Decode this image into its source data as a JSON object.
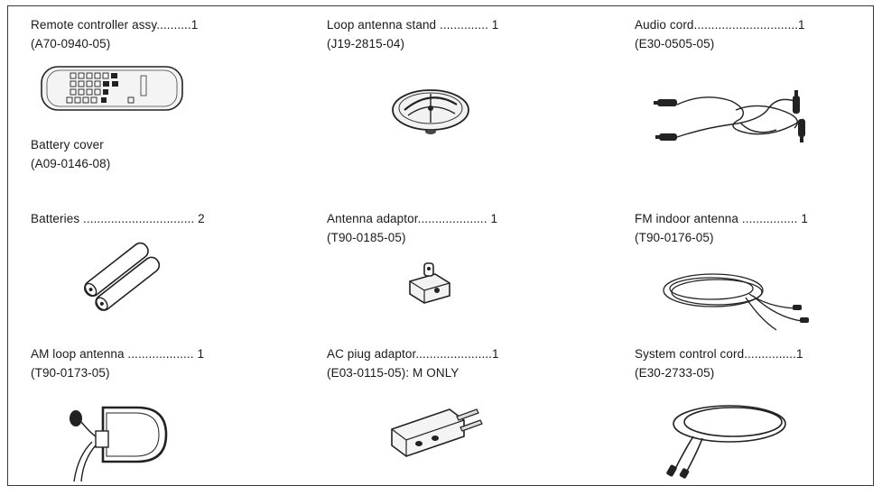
{
  "items": [
    {
      "name": "Remote controller assy..........1",
      "part": "(A70-0940-05)",
      "sub_name": "Battery cover",
      "sub_part": "(A09-0146-08)",
      "icon": "remote-controller-icon"
    },
    {
      "name": "Loop antenna stand .............. 1",
      "part": "(J19-2815-04)",
      "icon": "loop-antenna-stand-icon"
    },
    {
      "name": "Audio cord..............................1",
      "part": "(E30-0505-05)",
      "icon": "audio-cord-icon"
    },
    {
      "name": "Batteries ................................ 2",
      "part": "",
      "icon": "batteries-icon"
    },
    {
      "name": "Antenna adaptor.................... 1",
      "part": "(T90-0185-05)",
      "icon": "antenna-adaptor-icon"
    },
    {
      "name": "FM indoor antenna ................ 1",
      "part": "(T90-0176-05)",
      "icon": "fm-indoor-antenna-icon"
    },
    {
      "name": "AM loop antenna ................... 1",
      "part": "(T90-0173-05)",
      "icon": "am-loop-antenna-icon"
    },
    {
      "name": "AC piug adaptor......................1",
      "part": "(E03-0115-05): M ONLY",
      "icon": "ac-plug-adaptor-icon"
    },
    {
      "name": "System control cord...............1",
      "part": "(E30-2733-05)",
      "icon": "system-control-cord-icon"
    }
  ]
}
